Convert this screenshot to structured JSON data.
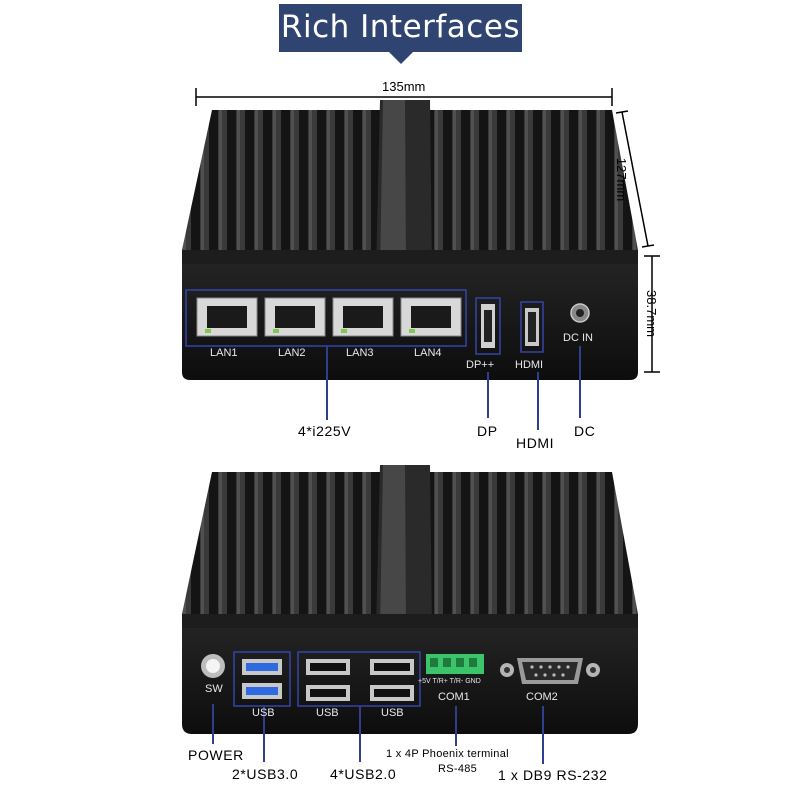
{
  "banner": {
    "title": "Rich Interfaces"
  },
  "dimensions": {
    "width": "135mm",
    "depth": "127mm",
    "height": "38.7mm"
  },
  "front_panel": {
    "ports": [
      "LAN1",
      "LAN2",
      "LAN3",
      "LAN4",
      "DP++",
      "HDMI",
      "DC IN"
    ],
    "callouts": {
      "lan": "4*i225V",
      "dp": "DP",
      "hdmi": "HDMI",
      "dc": "DC"
    }
  },
  "rear_panel": {
    "ports": {
      "sw": "SW",
      "usb_a": "USB",
      "usb_b": "USB",
      "usb_c": "USB",
      "com1_pins": "+5V T/R+ T/R- GND",
      "com1": "COM1",
      "com2": "COM2"
    },
    "callouts": {
      "power": "POWER",
      "usb3": "2*USB3.0",
      "usb2": "4*USB2.0",
      "phoenix_line1": "1 x 4P Phoenix terminal",
      "phoenix_line2": "RS-485",
      "db9": "1 x DB9 RS-232"
    }
  },
  "colors": {
    "banner": "#2f4470",
    "callout_line": "#2f3f8f",
    "body": "#1a1a1a",
    "terminal": "#3cc46a"
  }
}
